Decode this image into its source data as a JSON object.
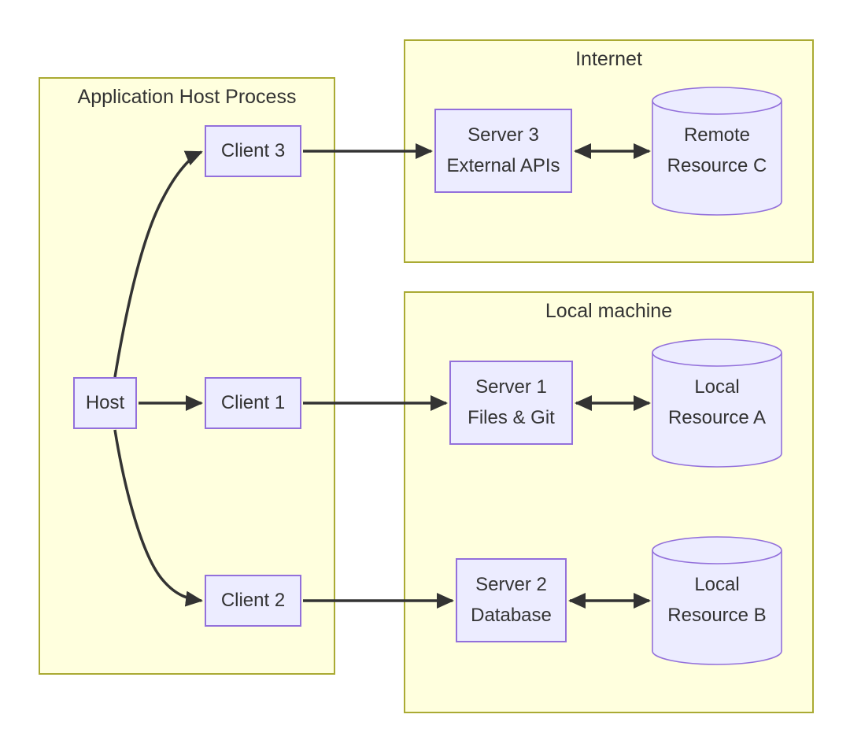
{
  "diagram": {
    "kind": "architecture-flowchart",
    "colors": {
      "canvas_background": "#ffffff",
      "container_fill": "#ffffde",
      "container_border": "#aaaa33",
      "node_fill": "#ececff",
      "node_border": "#9370db",
      "edge_color": "#333333",
      "text_color": "#333333"
    },
    "containers": {
      "app_host": {
        "title": "Application Host Process"
      },
      "internet": {
        "title": "Internet"
      },
      "local_machine": {
        "title": "Local machine"
      }
    },
    "nodes": {
      "host": {
        "label": "Host"
      },
      "client1": {
        "label": "Client 1"
      },
      "client2": {
        "label": "Client 2"
      },
      "client3": {
        "label": "Client 3"
      },
      "server1": {
        "label": "Server 1",
        "sublabel": "Files & Git"
      },
      "server2": {
        "label": "Server 2",
        "sublabel": "Database"
      },
      "server3": {
        "label": "Server 3",
        "sublabel": "External APIs"
      },
      "resourceA": {
        "label": "Local",
        "sublabel": "Resource A"
      },
      "resourceB": {
        "label": "Local",
        "sublabel": "Resource B"
      },
      "resourceC": {
        "label": "Remote",
        "sublabel": "Resource C"
      }
    },
    "edges": [
      {
        "from": "Host",
        "to": "Client 3",
        "arrow": "one-way"
      },
      {
        "from": "Host",
        "to": "Client 1",
        "arrow": "one-way"
      },
      {
        "from": "Host",
        "to": "Client 2",
        "arrow": "one-way"
      },
      {
        "from": "Client 3",
        "to": "Server 3",
        "arrow": "one-way"
      },
      {
        "from": "Client 1",
        "to": "Server 1",
        "arrow": "one-way"
      },
      {
        "from": "Client 2",
        "to": "Server 2",
        "arrow": "one-way"
      },
      {
        "from": "Server 3",
        "to": "Remote Resource C",
        "arrow": "two-way"
      },
      {
        "from": "Server 1",
        "to": "Local Resource A",
        "arrow": "two-way"
      },
      {
        "from": "Server 2",
        "to": "Local Resource B",
        "arrow": "two-way"
      }
    ]
  }
}
